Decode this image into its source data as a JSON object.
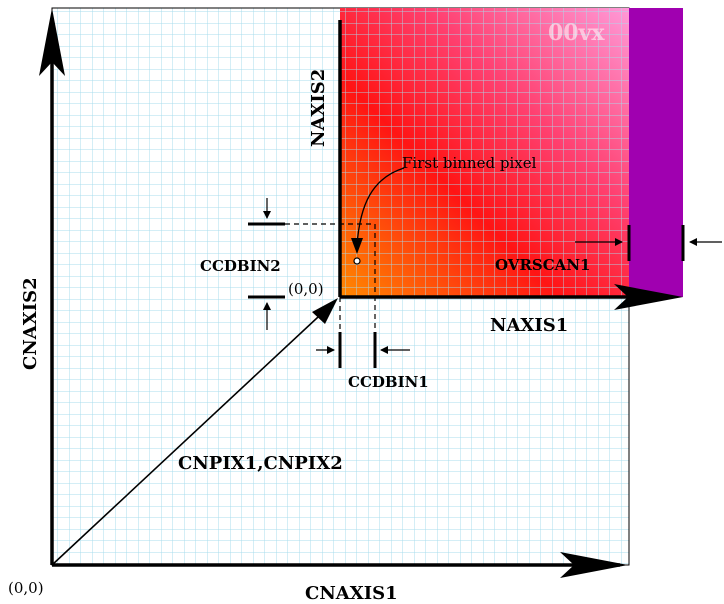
{
  "axes": {
    "ccd_x": "CNAXIS1",
    "ccd_y": "CNAXIS2",
    "image_x": "NAXIS1",
    "image_y": "NAXIS2"
  },
  "labels": {
    "ccd_origin": "(0,0)",
    "image_origin": "(0,0)",
    "corner_offset": "CNPIX1,CNPIX2",
    "bin_x": "CCDBIN1",
    "bin_y": "CCDBIN2",
    "overscan": "OVRSCAN1",
    "first_pixel": "First binned pixel",
    "watermark": "00vx"
  },
  "colors": {
    "grid": "#a8dcec",
    "gradient_light": "#ff66cc",
    "gradient_mid": "#ff1414",
    "gradient_dark": "#ff8a00",
    "overscan": "#a000b0",
    "stroke": "#000000"
  }
}
